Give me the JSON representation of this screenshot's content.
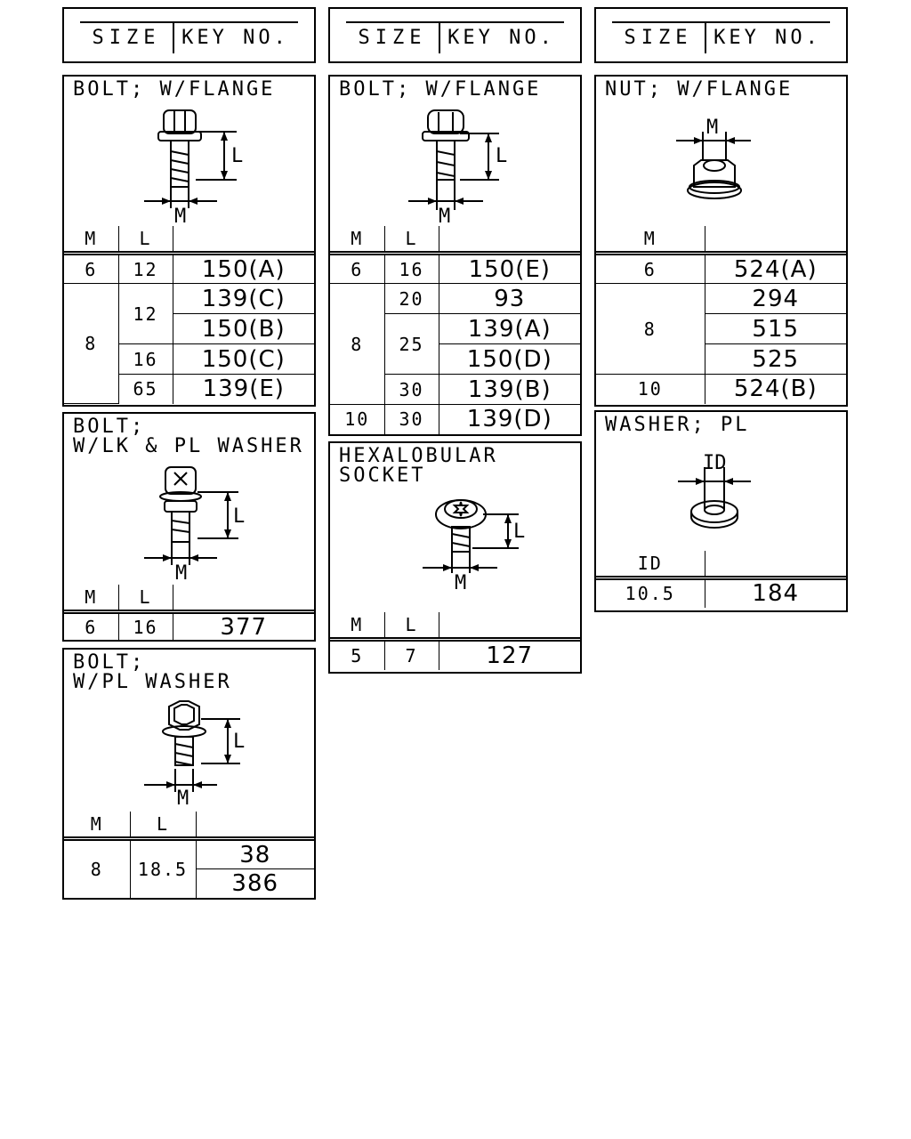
{
  "headers": [
    {
      "size": "SIZE",
      "key": "KEY NO."
    },
    {
      "size": "SIZE",
      "key": "KEY NO."
    },
    {
      "size": "SIZE",
      "key": "KEY NO."
    }
  ],
  "panels": {
    "bolt_flange_1": {
      "title": "BOLT; W/FLANGE",
      "dim_L": "L",
      "dim_M": "M",
      "cols": [
        "M",
        "L",
        ""
      ],
      "rows": {
        "r1": {
          "m": "6",
          "l": "12",
          "k": "150(A)"
        },
        "m8": "8",
        "l12": "12",
        "k1": "139(C)",
        "k2": "150(B)",
        "l16": "16",
        "k3": "150(C)",
        "l65": "65",
        "k4": "139(E)"
      }
    },
    "bolt_lk_washer": {
      "title": "BOLT;\nW/LK & PL WASHER",
      "dim_L": "L",
      "dim_M": "M",
      "cols": [
        "M",
        "L",
        ""
      ],
      "rows": {
        "m": "6",
        "l": "16",
        "k": "377"
      }
    },
    "bolt_pl_washer": {
      "title": "BOLT;\nW/PL WASHER",
      "dim_L": "L",
      "dim_M": "M",
      "cols": [
        "M",
        "L",
        ""
      ],
      "rows": {
        "m": "8",
        "l": "18.5",
        "k1": "38",
        "k2": "386"
      }
    },
    "bolt_flange_2": {
      "title": "BOLT; W/FLANGE",
      "dim_L": "L",
      "dim_M": "M",
      "cols": [
        "M",
        "L",
        ""
      ],
      "rows": {
        "m6": "6",
        "l16": "16",
        "k1": "150(E)",
        "m8": "8",
        "l20": "20",
        "k2": "93",
        "l25": "25",
        "k3": "139(A)",
        "k4": "150(D)",
        "l30": "30",
        "k5": "139(B)",
        "m10": "10",
        "l30b": "30",
        "k6": "139(D)"
      }
    },
    "hexalobular": {
      "title": "HEXALOBULAR\nSOCKET",
      "dim_L": "L",
      "dim_M": "M",
      "cols": [
        "M",
        "L",
        ""
      ],
      "rows": {
        "m": "5",
        "l": "7",
        "k": "127"
      }
    },
    "nut_flange": {
      "title": "NUT; W/FLANGE",
      "dim_M": "M",
      "cols": [
        "M",
        ""
      ],
      "rows": {
        "m6": "6",
        "k1": "524(A)",
        "m8": "8",
        "k2": "294",
        "k3": "515",
        "k4": "525",
        "m10": "10",
        "k5": "524(B)"
      }
    },
    "washer_pl": {
      "title": "WASHER; PL",
      "dim_ID": "ID",
      "cols": [
        "ID",
        ""
      ],
      "rows": {
        "id": "10.5",
        "k": "184"
      }
    }
  }
}
